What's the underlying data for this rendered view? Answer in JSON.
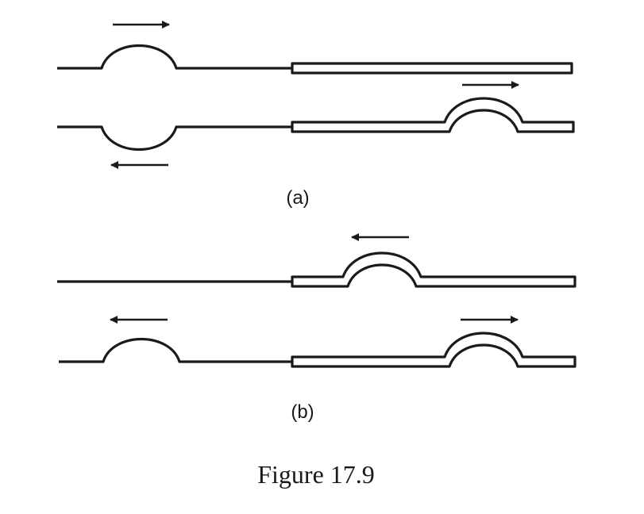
{
  "labels": {
    "panel_a": "(a)",
    "panel_b": "(b)"
  },
  "caption": "Figure 17.9",
  "colors": {
    "ink": "#1a1a1a",
    "background": "#ffffff"
  }
}
